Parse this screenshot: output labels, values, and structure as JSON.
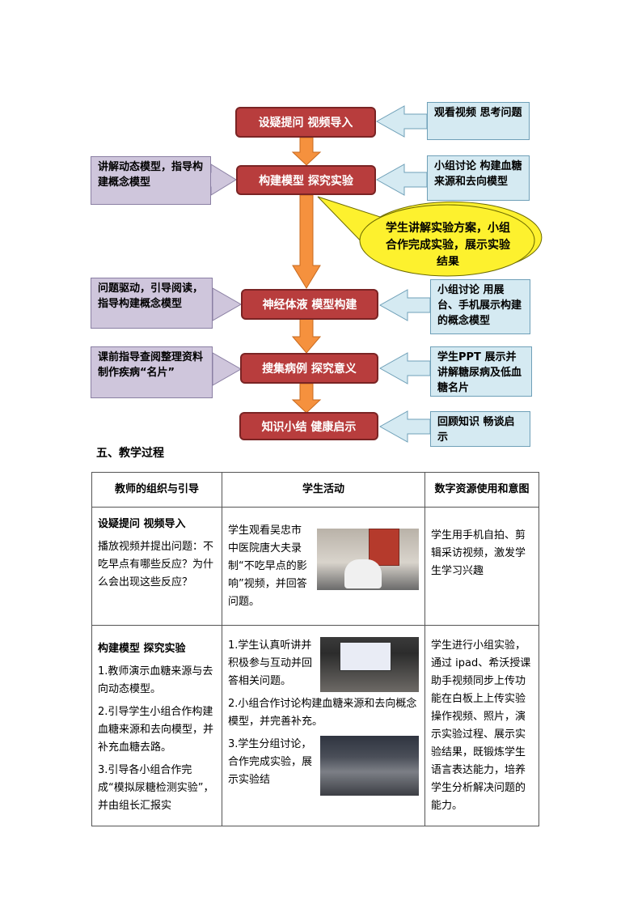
{
  "flow": {
    "center": [
      "设疑提问 视频导入",
      "构建模型 探究实验",
      "神经体液 模型构建",
      "搜集病例 探究意义",
      "知识小结 健康启示"
    ],
    "right": [
      "观看视频 思考问题",
      "小组讨论 构建血糖来源和去向模型",
      "小组讨论 用展台、手机展示构建的概念模型",
      "学生PPT 展示并讲解糖尿病及低血糖名片",
      "回顾知识 畅谈启示"
    ],
    "left": [
      "讲解动态模型，指导构建概念模型",
      "问题驱动，引导阅读，指导构建概念模型",
      "课前指导查阅整理资料 制作疾病“名片”"
    ],
    "callout": "学生讲解实验方案，小组合作完成实验，展示实验结果"
  },
  "section_title": "五、教学过程",
  "table": {
    "headers": [
      "教师的组织与引导",
      "学生活动",
      "数字资源使用和意图"
    ],
    "rows": [
      {
        "title": "设疑提问 视频导入",
        "teacher": [
          "播放视频并提出问题：不吃早点有哪些反应？为什么会出现这些反应？"
        ],
        "student": [
          "学生观看吴忠市中医院唐大夫录制“不吃早点的影响”视频，并回答问题。"
        ],
        "resource": "学生用手机自拍、剪辑采访视频，激发学生学习兴趣"
      },
      {
        "title": "构建模型 探究实验",
        "teacher": [
          "1.教师演示血糖来源与去向动态模型。",
          "2.引导学生小组合作构建血糖来源和去向模型，并补充血糖去路。",
          "3.引导各小组合作完成“模拟尿糖检测实验”，并由组长汇报实"
        ],
        "student": [
          "1.学生认真听讲并积极参与互动并回答相关问题。",
          "2.小组合作讨论构建血糖来源和去向概念模型，并完善补充。",
          "3.学生分组讨论，合作完成实验，展示实验结"
        ],
        "resource": "学生进行小组实验，通过 ipad、希沃授课助手视频同步上传功能在白板上上传实验操作视频、照片，演示实验过程、展示实验结果，既锻炼学生语言表达能力，培养学生分析解决问题的能力。"
      }
    ]
  }
}
